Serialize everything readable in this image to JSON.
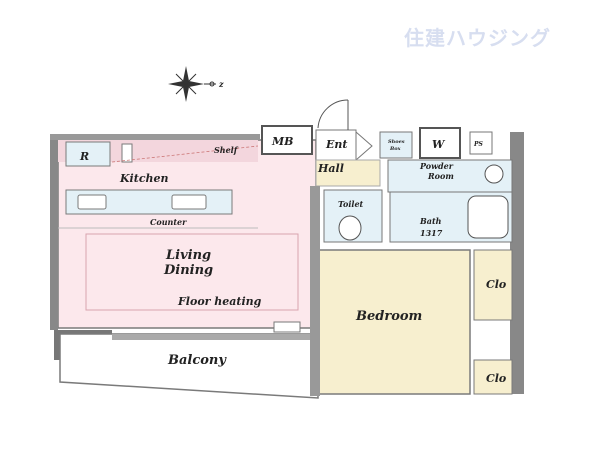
{
  "brand": {
    "logo_text": "住建ハウジング"
  },
  "compass": {
    "north_label": "z"
  },
  "rooms": {
    "refrigerator": "R",
    "kitchen": "Kitchen",
    "shelf": "Shelf",
    "counter": "Counter",
    "living_line1": "Living",
    "living_line2": "Dining",
    "floor_heating": "Floor heating",
    "balcony": "Balcony",
    "meter_box": "MB",
    "entrance": "Ent",
    "shoe_box_line1": "Shoes",
    "shoe_box_line2": "Box",
    "washer": "W",
    "pipe_space": "PS",
    "hall": "Hall",
    "powder_line1": "Powder",
    "powder_line2": "Room",
    "toilet": "Toilet",
    "bath_line1": "Bath",
    "bath_line2": "1317",
    "bedroom": "Bedroom",
    "closet_upper": "Clo",
    "closet_lower": "Clo"
  },
  "colors": {
    "ldk_fill": "#fce8ec",
    "bedroom_fill": "#f7efcf",
    "wet_fill": "#e4f1f7",
    "wall": "#6e6e6e",
    "balcony_fill": "#ffffff"
  }
}
